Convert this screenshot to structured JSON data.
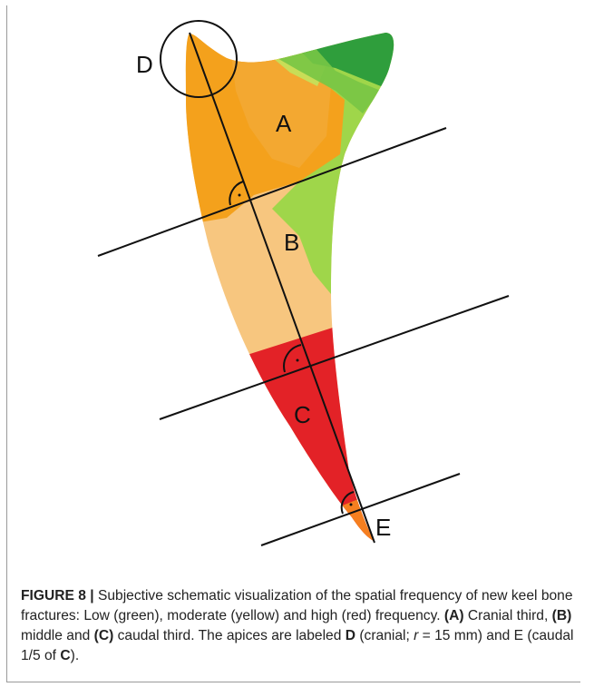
{
  "figure": {
    "labels": {
      "D": "D",
      "A": "A",
      "B": "B",
      "C": "C",
      "E": "E"
    },
    "colors": {
      "low_frequency": "#2f9e3c",
      "low_moderate": "#9fd64a",
      "moderate": "#f7c67f",
      "moderate_high": "#f4a11c",
      "high_frequency": "#e32227",
      "apex_orange": "#f57f20"
    }
  },
  "caption": {
    "figure_label": "FIGURE 8 |",
    "sentence1": " Subjective schematic visualization of the spatial frequency of new keel bone fractures: Low (green), moderate (yellow) and high (red) frequency.",
    "a_label": "(A)",
    "a_text": " Cranial third, ",
    "b_label": "(B)",
    "b_text": " middle and ",
    "c_label": "(C)",
    "c_text": " caudal third. The apices are labeled ",
    "d_label": "D",
    "d_text_open": " (cranial; ",
    "r_symbol": "r",
    "r_value": " = 15 mm) and E (caudal 1/5 of ",
    "c_ref": "C",
    "end": ")."
  }
}
